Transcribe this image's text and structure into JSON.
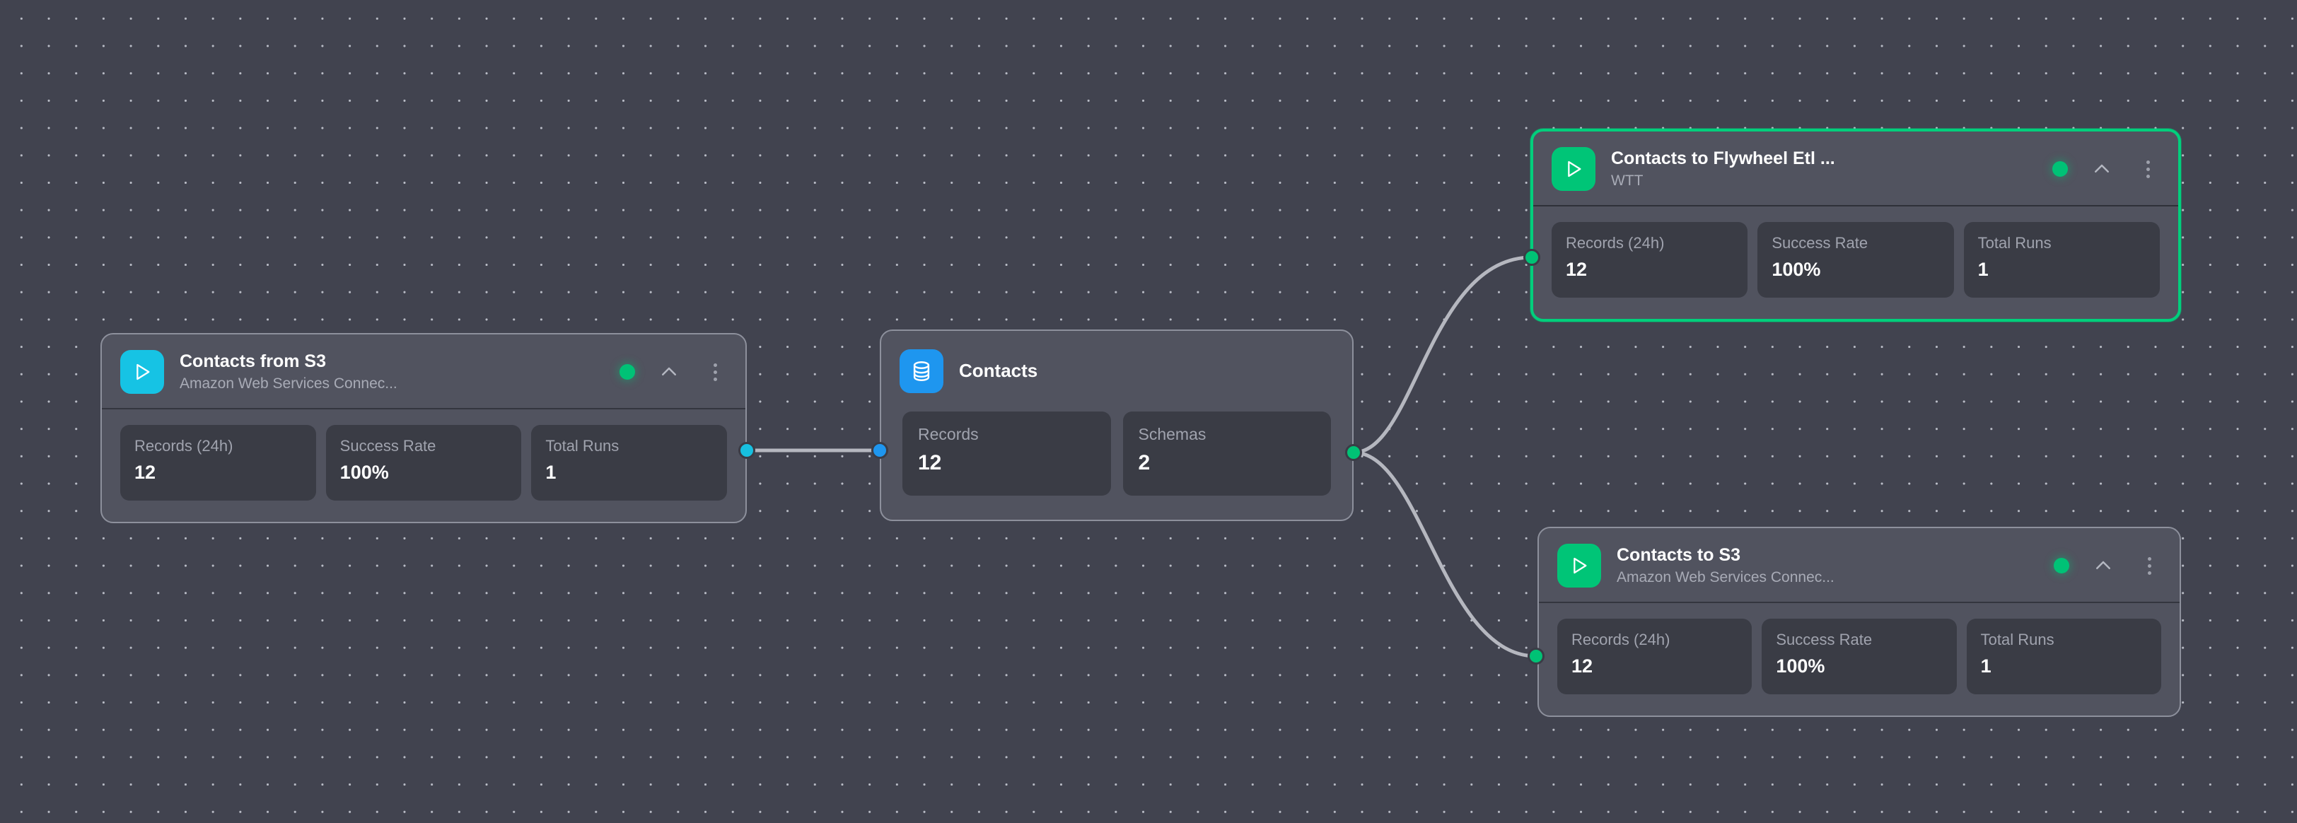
{
  "canvas": {
    "background_color": "#41434f",
    "grid_dot_color": "#b9bcc6"
  },
  "colors": {
    "accent_cyan": "#16c3e4",
    "accent_blue": "#1e96ef",
    "accent_green": "#00c577",
    "selected_border": "#00cf7c",
    "status_ok": "#00c276",
    "card_bg": "#51535f",
    "metric_bg": "#3a3c45",
    "edge_stroke": "#b5b7bf"
  },
  "nodes": [
    {
      "id": "contacts-from-s3",
      "kind": "pipeline",
      "icon": "play-icon",
      "icon_color": "cyan",
      "title": "Contacts from S3",
      "subtitle": "Amazon Web Services Connec...",
      "status": "healthy",
      "selected": false,
      "collapse_icon": "chevron-up-icon",
      "menu_icon": "kebab-menu-icon",
      "metrics": [
        {
          "label": "Records (24h)",
          "value": "12"
        },
        {
          "label": "Success Rate",
          "value": "100%"
        },
        {
          "label": "Total Runs",
          "value": "1"
        }
      ]
    },
    {
      "id": "contacts",
      "kind": "dataset",
      "icon": "database-icon",
      "icon_color": "blue",
      "title": "Contacts",
      "subtitle": "",
      "metrics": [
        {
          "label": "Records",
          "value": "12"
        },
        {
          "label": "Schemas",
          "value": "2"
        }
      ]
    },
    {
      "id": "contacts-to-flywheel-etl",
      "kind": "pipeline",
      "icon": "play-icon",
      "icon_color": "green",
      "title": "Contacts to Flywheel Etl ...",
      "subtitle": "WTT",
      "status": "healthy",
      "selected": true,
      "collapse_icon": "chevron-up-icon",
      "menu_icon": "kebab-menu-icon",
      "metrics": [
        {
          "label": "Records (24h)",
          "value": "12"
        },
        {
          "label": "Success Rate",
          "value": "100%"
        },
        {
          "label": "Total Runs",
          "value": "1"
        }
      ]
    },
    {
      "id": "contacts-to-s3",
      "kind": "pipeline",
      "icon": "play-icon",
      "icon_color": "green",
      "title": "Contacts to S3",
      "subtitle": "Amazon Web Services Connec...",
      "status": "healthy",
      "selected": false,
      "collapse_icon": "chevron-up-icon",
      "menu_icon": "kebab-menu-icon",
      "metrics": [
        {
          "label": "Records (24h)",
          "value": "12"
        },
        {
          "label": "Success Rate",
          "value": "100%"
        },
        {
          "label": "Total Runs",
          "value": "1"
        }
      ]
    }
  ],
  "edges": [
    {
      "id": "edge-s3-to-contacts",
      "from": "contacts-from-s3",
      "to": "contacts",
      "shape": "straight"
    },
    {
      "id": "edge-contacts-to-flywheel",
      "from": "contacts",
      "to": "contacts-to-flywheel-etl",
      "shape": "bezier"
    },
    {
      "id": "edge-contacts-to-s3",
      "from": "contacts",
      "to": "contacts-to-s3",
      "shape": "bezier"
    }
  ]
}
